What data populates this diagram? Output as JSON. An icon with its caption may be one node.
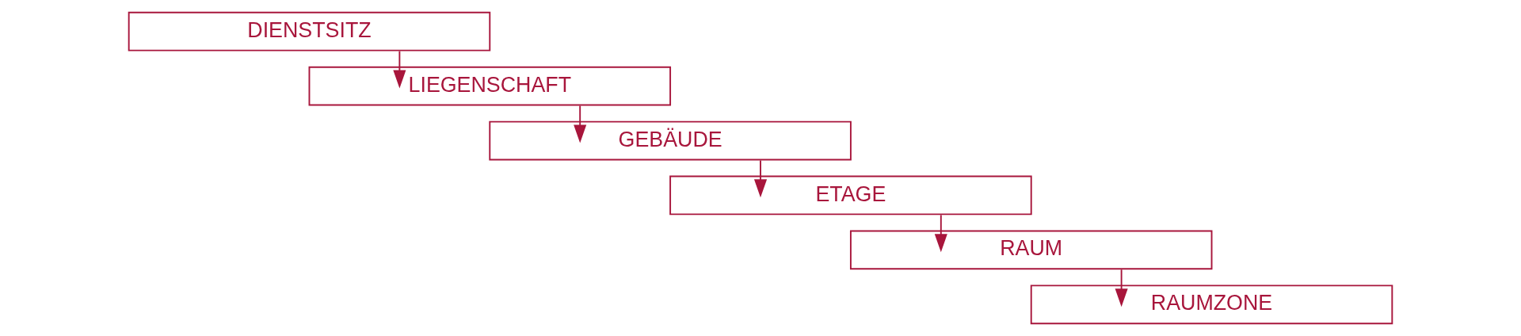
{
  "diagram": {
    "nodes": [
      {
        "text": [
          "DIENSTSITZ"
        ]
      },
      {
        "text": [
          "LIEGENSCHAFT"
        ]
      },
      {
        "text": [
          "GEBÄUDE"
        ]
      },
      {
        "text": [
          "ETAGE"
        ]
      },
      {
        "text": [
          "RAUM"
        ]
      },
      {
        "text": [
          "RAUMZONE"
        ]
      }
    ],
    "edges": [
      {
        "from": 0,
        "to": 1,
        "arrow": "to"
      },
      {
        "from": 1,
        "to": 2,
        "arrow": "to"
      },
      {
        "from": 2,
        "to": 3,
        "arrow": "to"
      },
      {
        "from": 3,
        "to": 4,
        "arrow": "to"
      },
      {
        "from": 4,
        "to": 5,
        "arrow": "to"
      }
    ]
  }
}
